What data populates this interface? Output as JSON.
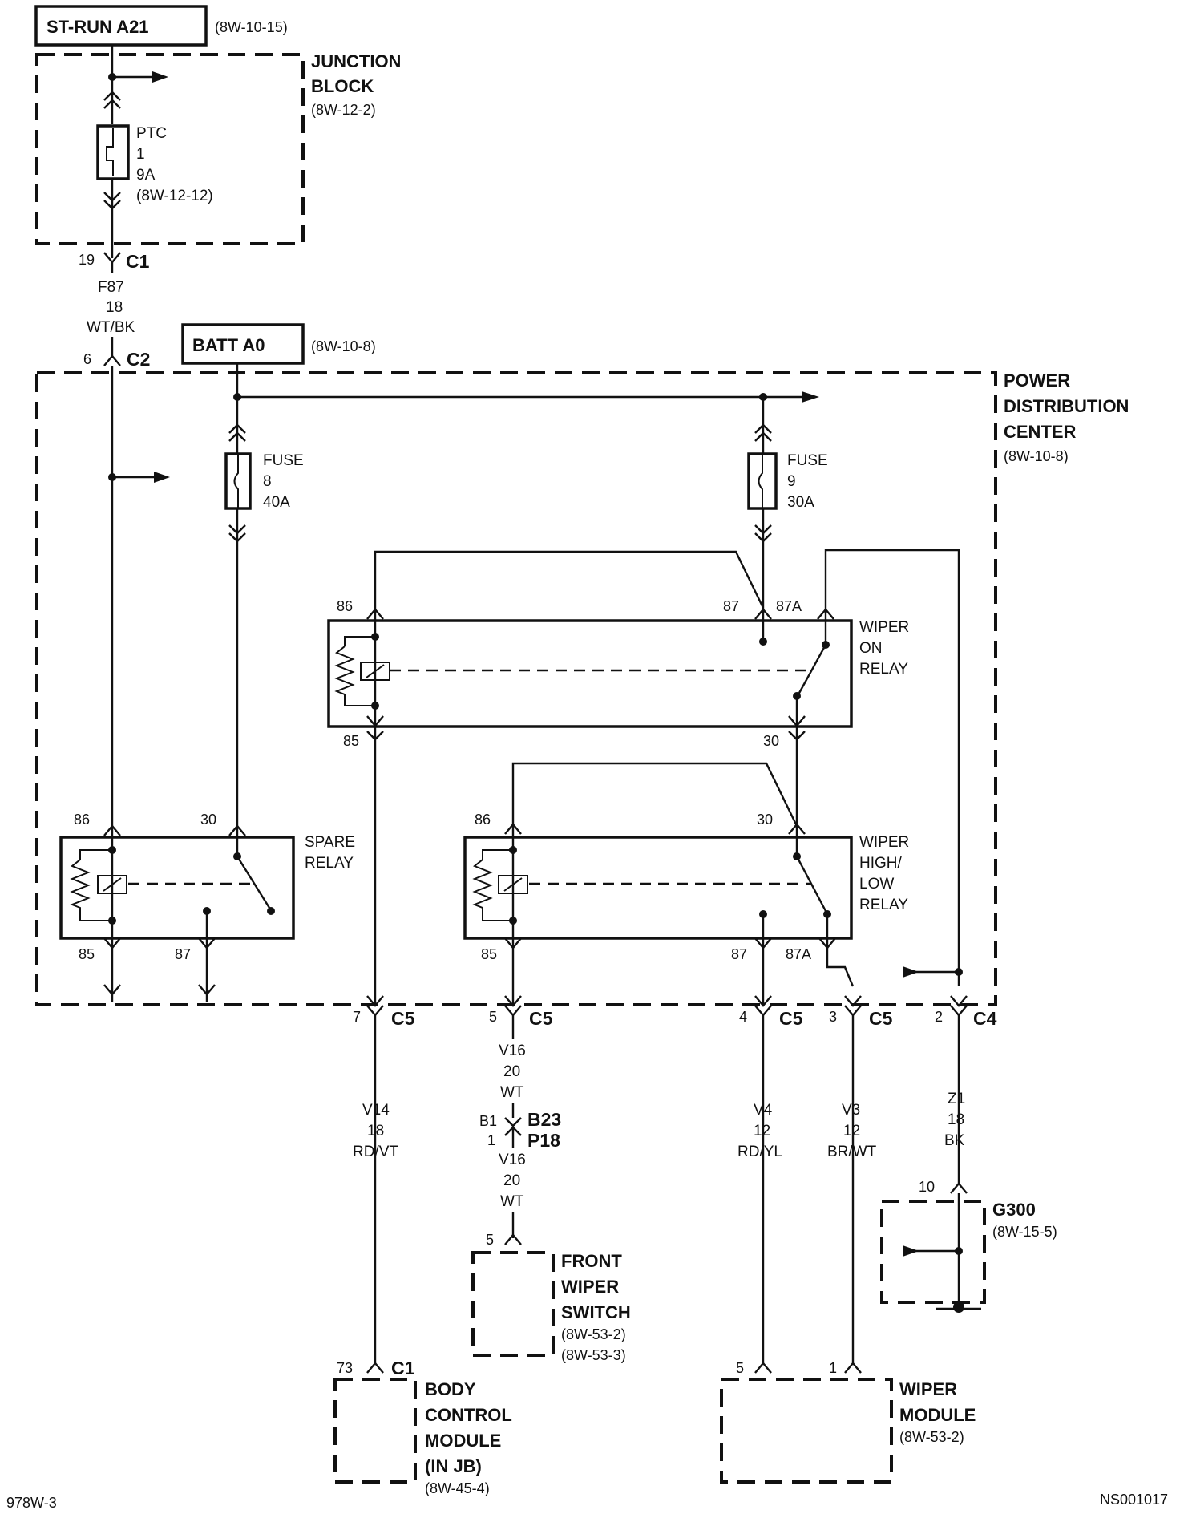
{
  "headers": {
    "st_run": "ST-RUN A21",
    "st_run_ref": "(8W-10-15)",
    "batt": "BATT A0",
    "batt_ref": "(8W-10-8)"
  },
  "junction_block": {
    "title1": "JUNCTION",
    "title2": "BLOCK",
    "ref": "(8W-12-2)",
    "ptc": [
      "PTC",
      "1",
      "9A",
      "(8W-12-12)"
    ]
  },
  "c1_top": {
    "pin": "19",
    "name": "C1"
  },
  "wire_f87": [
    "F87",
    "18",
    "WT/BK"
  ],
  "c2": {
    "pin": "6",
    "name": "C2"
  },
  "pdc": {
    "title1": "POWER",
    "title2": "DISTRIBUTION",
    "title3": "CENTER",
    "ref": "(8W-10-8)"
  },
  "fuse8": [
    "FUSE",
    "8",
    "40A"
  ],
  "fuse9": [
    "FUSE",
    "9",
    "30A"
  ],
  "wiper_on_relay": {
    "label": [
      "WIPER",
      "ON",
      "RELAY"
    ],
    "pins": {
      "p86": "86",
      "p87": "87",
      "p87a": "87A",
      "p85": "85",
      "p30": "30"
    }
  },
  "spare_relay": {
    "label": [
      "SPARE",
      "RELAY"
    ],
    "pins": {
      "p86": "86",
      "p30": "30",
      "p85": "85",
      "p87": "87"
    }
  },
  "wiper_hl_relay": {
    "label": [
      "WIPER",
      "HIGH/",
      "LOW",
      "RELAY"
    ],
    "pins": {
      "p86": "86",
      "p30": "30",
      "p85": "85",
      "p87": "87",
      "p87a": "87A"
    }
  },
  "bottom_connectors": [
    {
      "pin": "7",
      "name": "C5"
    },
    {
      "pin": "5",
      "name": "C5"
    },
    {
      "pin": "4",
      "name": "C5"
    },
    {
      "pin": "3",
      "name": "C5"
    },
    {
      "pin": "2",
      "name": "C4"
    }
  ],
  "wires": {
    "v14": [
      "V14",
      "18",
      "RD/VT"
    ],
    "v16a": [
      "V16",
      "20",
      "WT"
    ],
    "v16b": [
      "V16",
      "20",
      "WT"
    ],
    "v4": [
      "V4",
      "12",
      "RD/YL"
    ],
    "v3": [
      "V3",
      "12",
      "BR/WT"
    ],
    "z1": [
      "Z1",
      "18",
      "BK"
    ]
  },
  "b23": {
    "pin_b": "B1",
    "pin_p": "1",
    "name_b": "B23",
    "name_p": "P18"
  },
  "front_wiper_switch": {
    "pin": "5",
    "title": [
      "FRONT",
      "WIPER",
      "SWITCH"
    ],
    "refs": [
      "(8W-53-2)",
      "(8W-53-3)"
    ]
  },
  "bcm": {
    "pin": "73",
    "conn": "C1",
    "title": [
      "BODY",
      "CONTROL",
      "MODULE",
      "(IN JB)"
    ],
    "ref": "(8W-45-4)"
  },
  "wiper_module": {
    "pin5": "5",
    "pin1": "1",
    "title": [
      "WIPER",
      "MODULE"
    ],
    "ref": "(8W-53-2)"
  },
  "g300": {
    "pin": "10",
    "name": "G300",
    "ref": "(8W-15-5)"
  },
  "footer": {
    "left": "978W-3",
    "right": "NS001017"
  }
}
